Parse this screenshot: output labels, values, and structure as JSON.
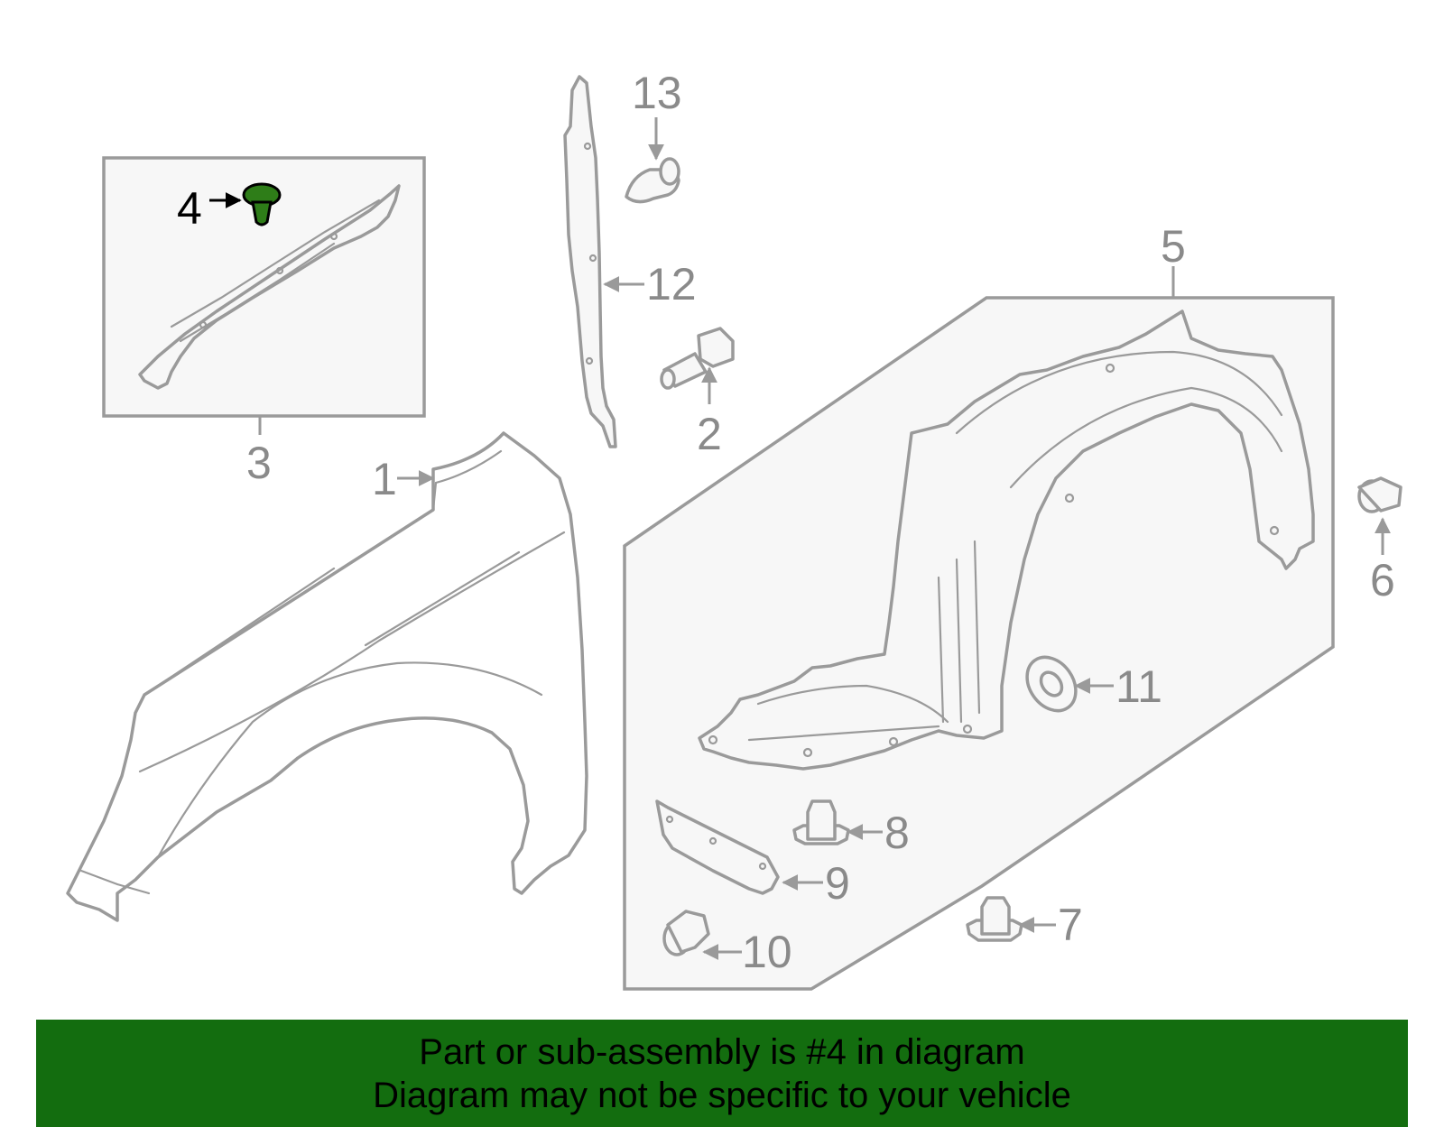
{
  "callouts": {
    "c1": "1",
    "c2": "2",
    "c3": "3",
    "c4": "4",
    "c5": "5",
    "c6": "6",
    "c7": "7",
    "c8": "8",
    "c9": "9",
    "c10": "10",
    "c11": "11",
    "c12": "12",
    "c13": "13"
  },
  "highlight": {
    "part_number": "4",
    "color": "#2e7d18",
    "banner_color": "#136d0f"
  },
  "banner": {
    "line1": "Part or sub-assembly is #4 in diagram",
    "line2": "Diagram may not be specific to your vehicle"
  }
}
